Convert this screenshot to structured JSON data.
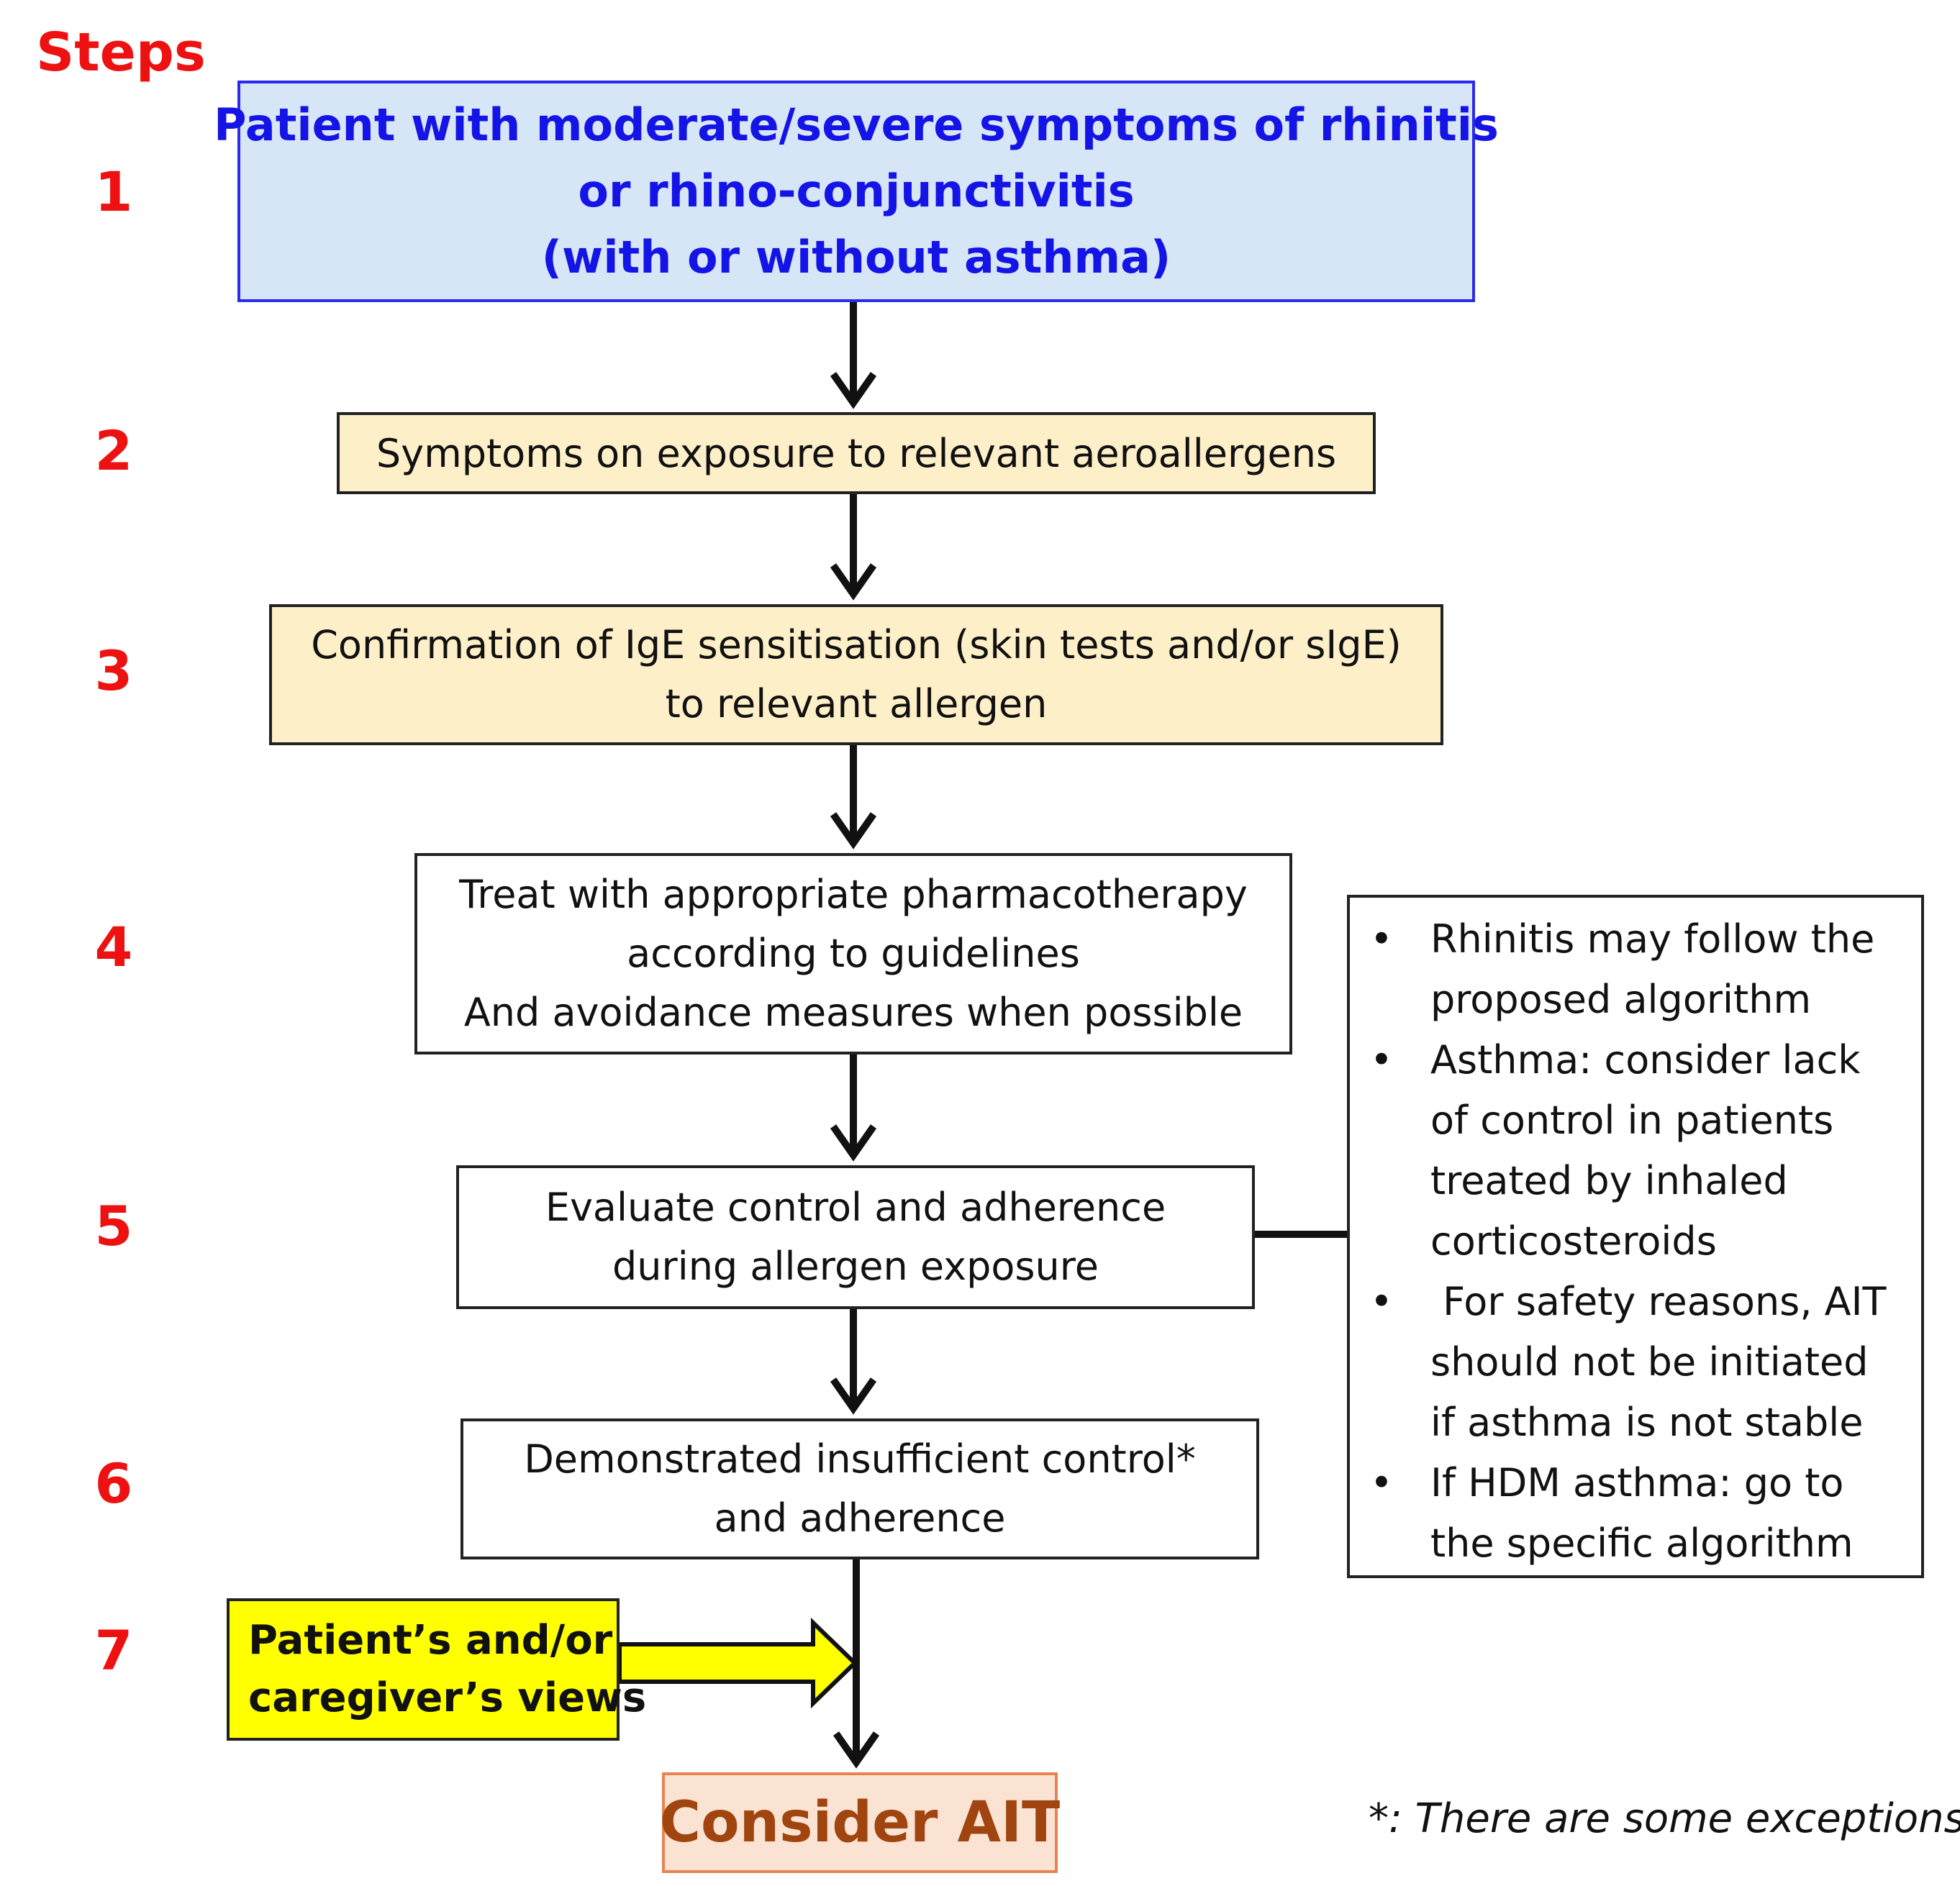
{
  "steps_title": "Steps",
  "step_numbers": [
    "1",
    "2",
    "3",
    "4",
    "5",
    "6",
    "7"
  ],
  "boxes": {
    "step1": [
      "Patient with moderate/severe symptoms of rhinitis",
      "or rhino-conjunctivitis",
      "(with or without asthma)"
    ],
    "step2": [
      "Symptoms on exposure to relevant aeroallergens"
    ],
    "step3": [
      "Confirmation of IgE sensitisation (skin tests and/or sIgE)",
      "to relevant allergen"
    ],
    "step4": [
      "Treat with appropriate pharmacotherapy",
      "according to guidelines",
      "And avoidance measures when possible"
    ],
    "step5": [
      "Evaluate control and adherence",
      "during allergen exposure"
    ],
    "step6": [
      "Demonstrated insufficient control*",
      "and adherence"
    ],
    "step7": [
      "Patient’s and/or",
      "caregiver’s views"
    ],
    "outcome": "Consider AIT"
  },
  "notes": [
    [
      "Rhinitis may follow the",
      "proposed algorithm"
    ],
    [
      "Asthma:  consider lack",
      "of control in patients",
      "treated by inhaled",
      "corticosteroids"
    ],
    [
      " For safety reasons, AIT",
      "should not be initiated",
      "if asthma is not stable"
    ],
    [
      "If HDM asthma: go to",
      "the specific algorithm"
    ]
  ],
  "notes_bullet": "•",
  "footnote": "*: There are some exceptions",
  "colors": {
    "step_label": "#ee1111",
    "step1_fill": "#d7e6f7",
    "step1_border": "#2a2af0",
    "step1_text": "#1414e6",
    "tan_fill": "#fdefc8",
    "views_fill": "#ffff00",
    "outcome_fill": "#fbe3d4",
    "outcome_border": "#e88350",
    "outcome_text": "#a04510"
  }
}
